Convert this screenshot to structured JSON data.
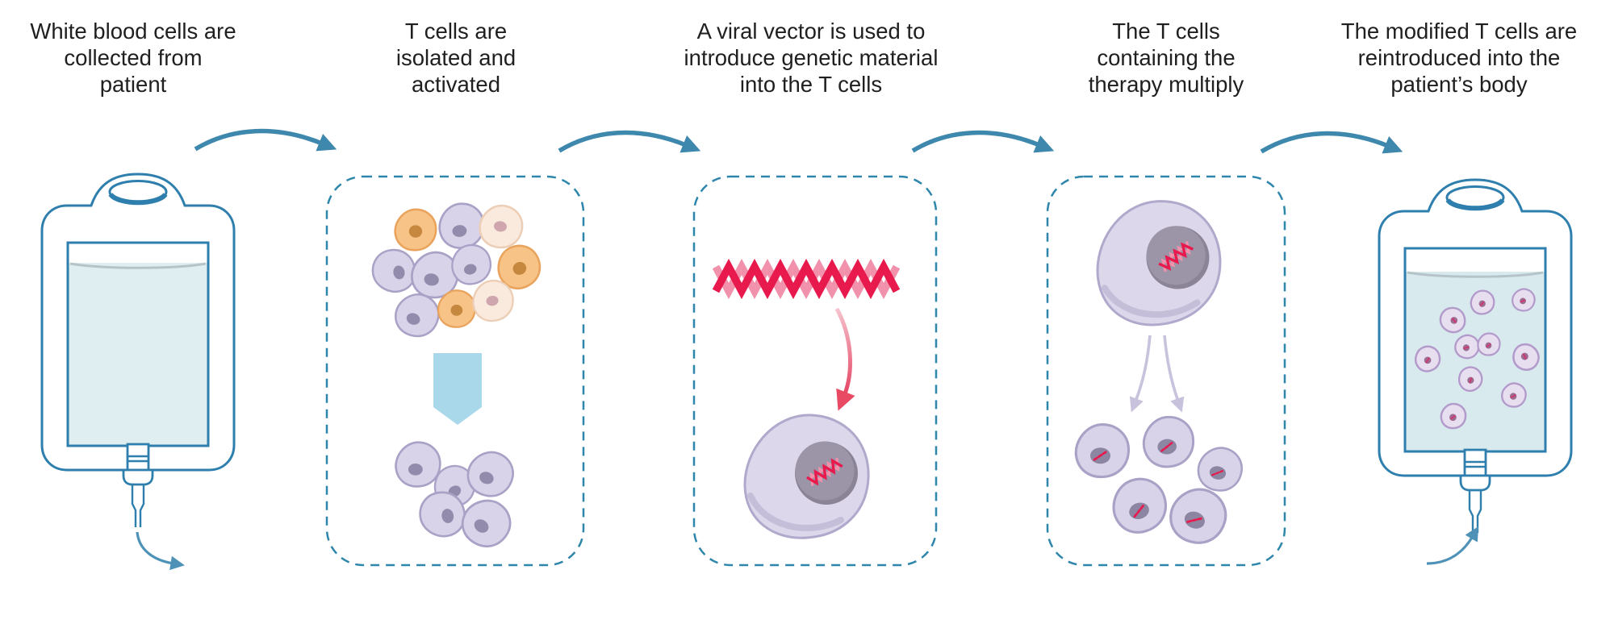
{
  "figure": {
    "type": "process-flow-diagram",
    "subject": "CAR T-cell therapy steps"
  },
  "steps": [
    {
      "label": "White blood cells are collected from patient",
      "illustration": "iv-bag-blood-collection"
    },
    {
      "label": "T cells are isolated and activated",
      "illustration": "mixed-cells-isolation"
    },
    {
      "label": "A viral vector is used to introduce genetic material into the T cells",
      "illustration": "viral-vector-insertion"
    },
    {
      "label": "The T cells containing the therapy multiply",
      "illustration": "t-cell-multiplication"
    },
    {
      "label": "The modified T cells are reintroduced into the patient’s body",
      "illustration": "iv-bag-reinfusion"
    }
  ],
  "icons": [
    "iv-bag-icon",
    "flow-arrow-icon",
    "dashed-panel",
    "blood-cell-icon",
    "t-cell-icon",
    "dna-helix-icon",
    "down-arrow-icon",
    "split-arrow-icon"
  ],
  "colors": {
    "flow-arrow-blue": "#3e87ad",
    "bag-outline-blue": "#2e7fad",
    "panel-dash-blue": "#2e86ab",
    "bag-liquid": "#dfeef1",
    "reinfusion-liquid": "#d9eaef",
    "cell-lavender": "#d8d3e8",
    "cell-lavender-border": "#a9a1c6",
    "cell-orange": "#f7c386",
    "cell-orange-border": "#e9a35d",
    "cell-cream": "#faeadd",
    "cell-cream-border": "#ecceb6",
    "nucleus-gray": "#928bab",
    "dna-red": "#e8194d",
    "dna-pink": "#f291ac",
    "isolation-arrow-blue": "#a9d8ea",
    "multiply-arrow-lavender": "#c8c2dc",
    "text-dark": "#1f1f1f"
  }
}
